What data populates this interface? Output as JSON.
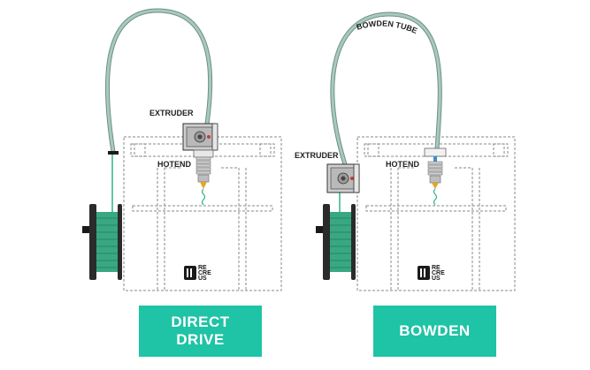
{
  "panels": [
    {
      "caption_lines": [
        "DIRECT",
        "DRIVE"
      ],
      "extruder_label": "EXTRUDER",
      "hotend_label": "HOTEND",
      "brand_lines": [
        "RE",
        "CRE",
        "US"
      ]
    },
    {
      "caption_lines": [
        "BOWDEN"
      ],
      "extruder_label": "EXTRUDER",
      "hotend_label": "HOTEND",
      "tube_label": "BOWDEN TUBE",
      "brand_lines": [
        "RE",
        "CRE",
        "US"
      ]
    }
  ],
  "colors": {
    "caption_bg": "#1fc3a6",
    "caption_text": "#ffffff",
    "tube": "#a7c9c0",
    "tube_edge": "#6f8f86",
    "filament": "#2fb38c",
    "spool": "#3aa783",
    "frame_dash": "#8a8a8a",
    "nozzle": "#e2a623",
    "blue_fitting": "#3a8fd1"
  }
}
